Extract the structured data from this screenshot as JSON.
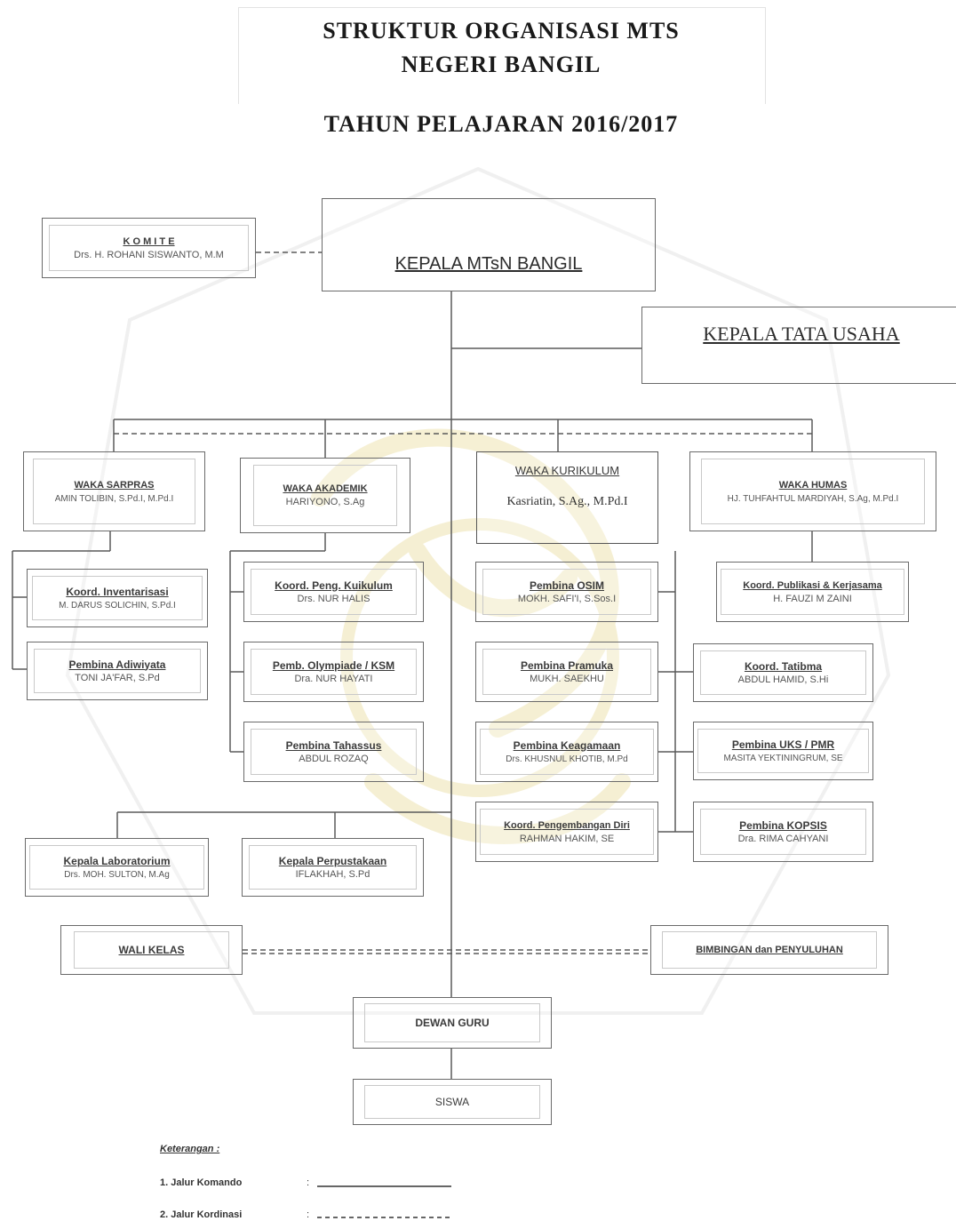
{
  "title": {
    "line1": "STRUKTUR ORGANISASI MTS",
    "line2": "NEGERI BANGIL",
    "line3": "TAHUN PELAJARAN 2016/2017"
  },
  "nodes": {
    "komite": {
      "role": "K O M I T E",
      "name": "Drs. H. ROHANI SISWANTO, M.M"
    },
    "kepala": {
      "role": "KEPALA MTsN BANGIL"
    },
    "kepala_tu": {
      "role": "KEPALA TATA USAHA"
    },
    "waka_sarpras": {
      "role": "WAKA SARPRAS",
      "name": "AMIN TOLIBIN, S.Pd.I, M.Pd.I"
    },
    "waka_akademik": {
      "role": "WAKA AKADEMIK",
      "name": "HARIYONO, S.Ag"
    },
    "waka_kurikulum": {
      "role": "WAKA KURIKULUM",
      "name": "Kasriatin, S.Ag., M.Pd.I"
    },
    "waka_humas": {
      "role": "WAKA HUMAS",
      "name": "HJ. TUHFAHTUL MARDIYAH, S.Ag, M.Pd.I"
    },
    "koord_inventarisasi": {
      "role": "Koord. Inventarisasi",
      "name": "M. DARUS SOLICHIN, S.Pd.I"
    },
    "pembina_adiwiyata": {
      "role": "Pembina Adiwiyata",
      "name": "TONI JA'FAR, S.Pd"
    },
    "koord_peng_kurikulum": {
      "role": "Koord. Peng. Kuikulum",
      "name": "Drs. NUR HALIS"
    },
    "pemb_olympiade": {
      "role": "Pemb. Olympiade / KSM",
      "name": "Dra. NUR HAYATI"
    },
    "pembina_tahassus": {
      "role": "Pembina Tahassus",
      "name": "ABDUL ROZAQ"
    },
    "pembina_osim": {
      "role": "Pembina OSIM",
      "name": "MOKH. SAFI'I, S.Sos.I"
    },
    "pembina_pramuka": {
      "role": "Pembina Pramuka",
      "name": "MUKH. SAEKHU"
    },
    "pembina_keagamaan": {
      "role": "Pembina Keagamaan",
      "name": "Drs. KHUSNUL KHOTIB, M.Pd"
    },
    "koord_pengembangan_diri": {
      "role": "Koord. Pengembangan Diri",
      "name": "RAHMAN HAKIM, SE"
    },
    "koord_publikasi": {
      "role": "Koord. Publikasi & Kerjasama",
      "name": "H. FAUZI M ZAINI"
    },
    "koord_tatibma": {
      "role": "Koord. Tatibma",
      "name": "ABDUL HAMID, S.Hi"
    },
    "pembina_uks": {
      "role": "Pembina UKS / PMR",
      "name": "MASITA YEKTININGRUM, SE"
    },
    "pembina_kopsis": {
      "role": "Pembina KOPSIS",
      "name": "Dra. RIMA CAHYANI"
    },
    "kepala_lab": {
      "role": "Kepala Laboratorium",
      "name": "Drs. MOH. SULTON, M.Ag"
    },
    "kepala_perpus": {
      "role": "Kepala Perpustakaan",
      "name": "IFLAKHAH, S.Pd"
    },
    "wali_kelas": {
      "role": "WALI KELAS"
    },
    "bk": {
      "role": "BIMBINGAN dan PENYULUHAN"
    },
    "dewan_guru": {
      "role": "DEWAN GURU"
    },
    "siswa": {
      "role": "SISWA"
    }
  },
  "legend": {
    "heading": "Keterangan :",
    "items": [
      {
        "label": "1. Jalur Komando",
        "sep": ":",
        "style": "solid"
      },
      {
        "label": "2. Jalur Kordinasi",
        "sep": ":",
        "style": "dashed"
      }
    ]
  },
  "colors": {
    "line": "#5a5a5a",
    "watermark": "#b9b9b9",
    "watermark_emblem": "#e4d483"
  }
}
